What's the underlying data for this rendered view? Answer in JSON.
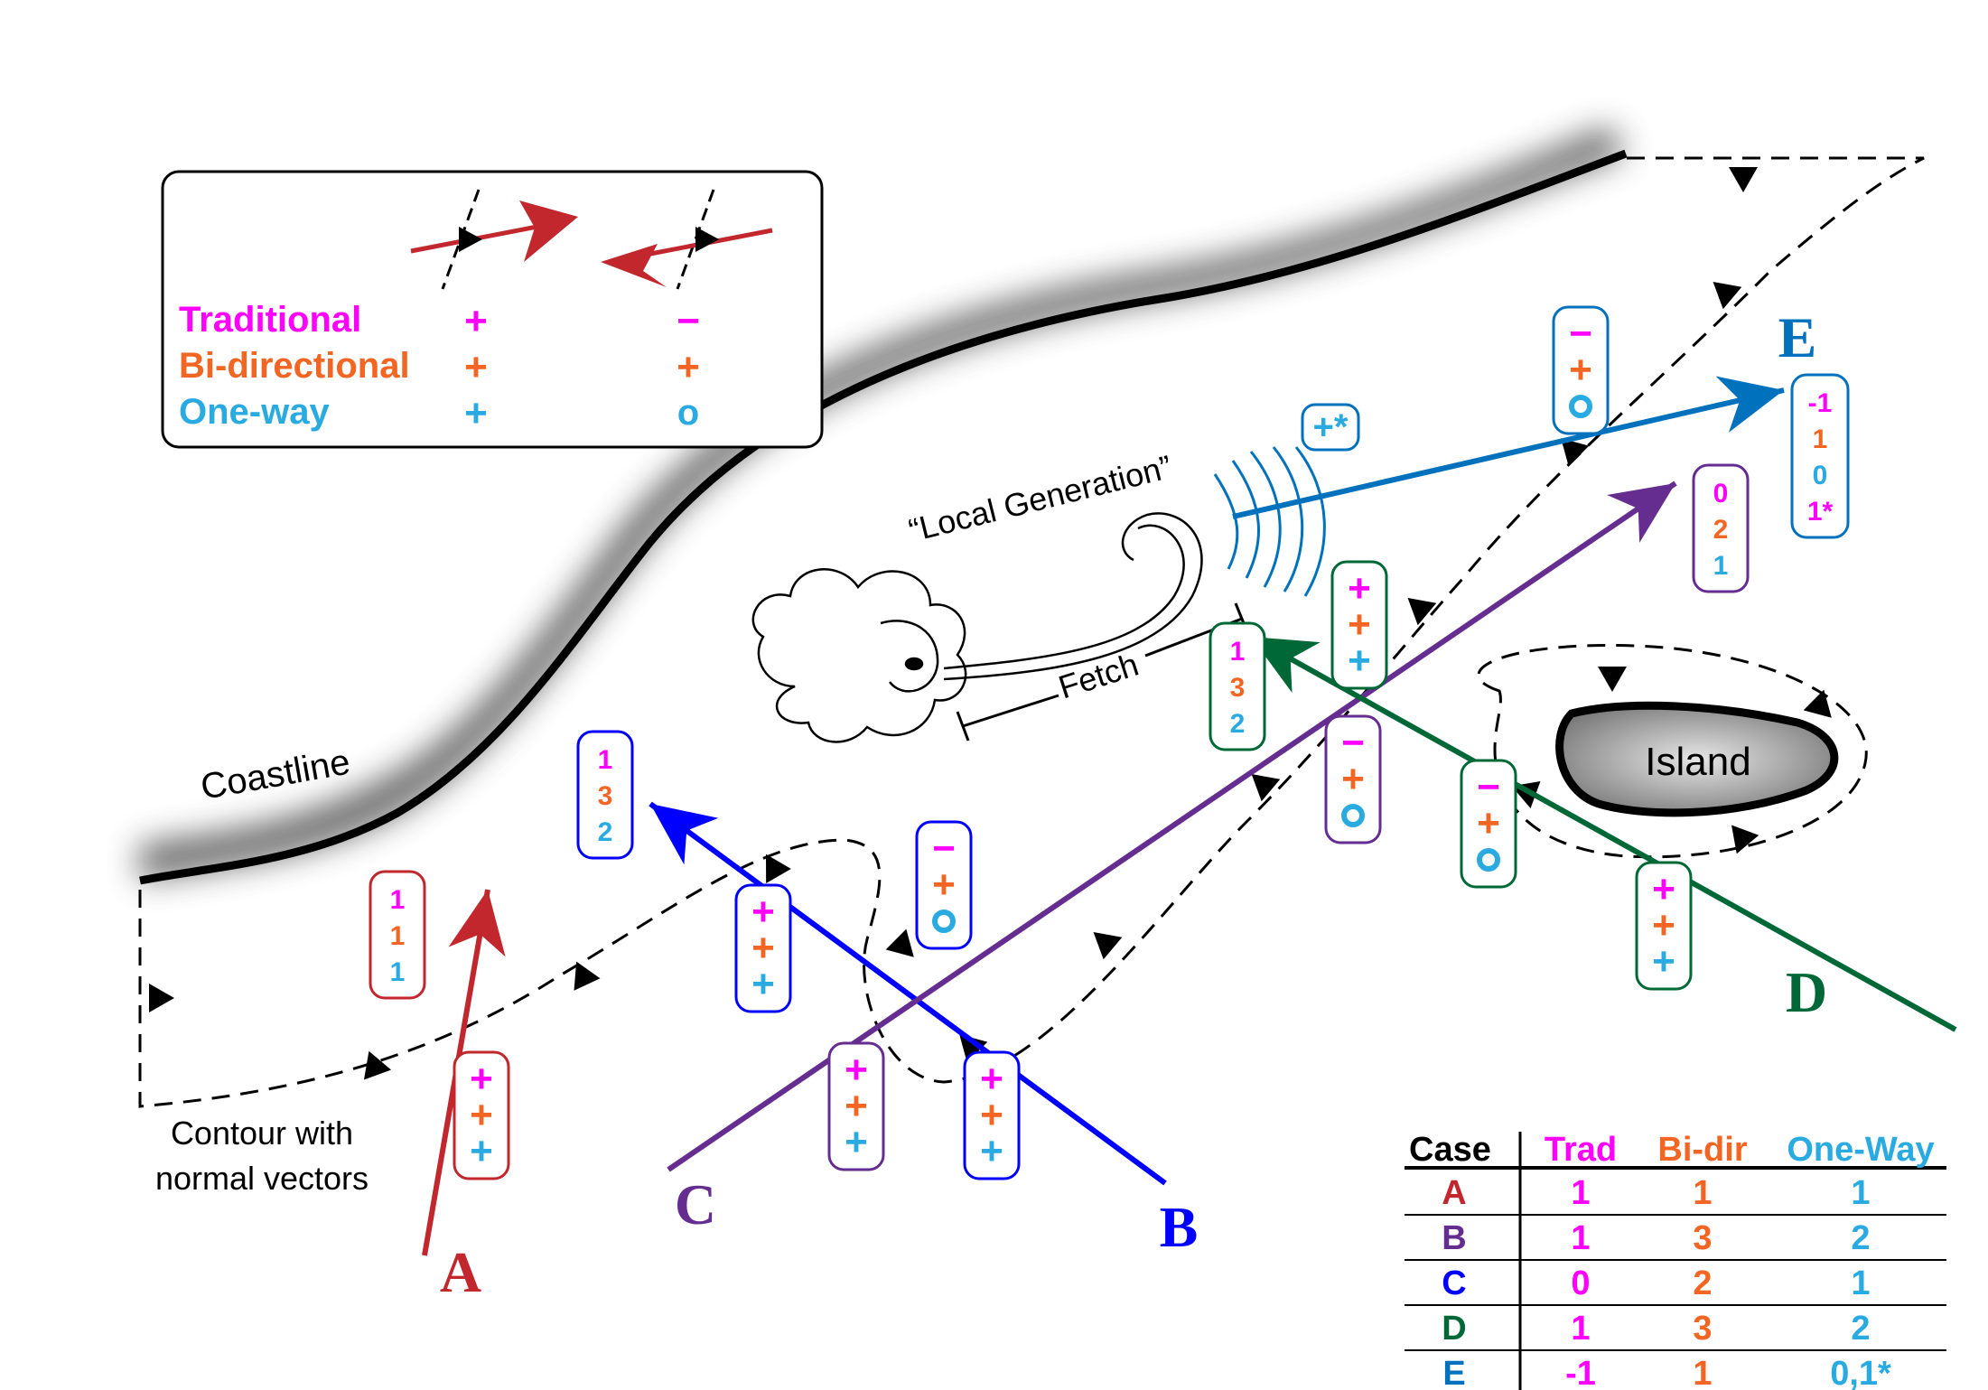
{
  "colors": {
    "traditional": "#ff00ff",
    "bidirectional": "#f26522",
    "oneway": "#29aae1",
    "path_a": "#c1272d",
    "path_b": "#0000ff",
    "path_c": "#662d91",
    "path_d": "#006837",
    "path_e": "#0071bc"
  },
  "labels": {
    "coastline": "Coastline",
    "contour_line1": "Contour with",
    "contour_line2": "normal vectors",
    "local_generation": "“Local Generation”",
    "fetch": "Fetch",
    "island": "Island"
  },
  "legend": {
    "rows": [
      {
        "label": "Traditional",
        "inward": "+",
        "outward": "−"
      },
      {
        "label": "Bi-directional",
        "inward": "+",
        "outward": "+"
      },
      {
        "label": "One-way",
        "inward": "+",
        "outward": "o"
      }
    ]
  },
  "paths": [
    {
      "letter": "A",
      "counts": [
        "1",
        "1",
        "1"
      ]
    },
    {
      "letter": "B",
      "counts": [
        "1",
        "3",
        "2"
      ]
    },
    {
      "letter": "C",
      "counts": [
        "0",
        "2",
        "1"
      ]
    },
    {
      "letter": "D",
      "counts": [
        "1",
        "3",
        "2"
      ]
    },
    {
      "letter": "E",
      "counts": [
        "-1",
        "1",
        "0",
        "1*"
      ]
    }
  ],
  "crossings": {
    "a1": [
      "+",
      "+",
      "+"
    ],
    "b1": [
      "+",
      "+",
      "+"
    ],
    "b2": [
      "−",
      "+",
      "o"
    ],
    "b3": [
      "+",
      "+",
      "+"
    ],
    "c1": [
      "+",
      "+",
      "+"
    ],
    "c2": [
      "−",
      "+",
      "o"
    ],
    "c3": [
      "+",
      "+",
      "+"
    ],
    "d1": [
      "+",
      "+",
      "+"
    ],
    "d2": [
      "−",
      "+",
      "o"
    ],
    "d3": [
      "+",
      "+",
      "+"
    ],
    "e1": [
      "−",
      "+",
      "o"
    ],
    "e2": [
      "+*"
    ]
  },
  "table": {
    "headers": [
      "Case",
      "Trad",
      "Bi-dir",
      "One-Way"
    ],
    "rows": [
      {
        "case": "A",
        "trad": "1",
        "bidir": "1",
        "oneway": "1"
      },
      {
        "case": "B",
        "trad": "1",
        "bidir": "3",
        "oneway": "2"
      },
      {
        "case": "C",
        "trad": "0",
        "bidir": "2",
        "oneway": "1"
      },
      {
        "case": "D",
        "trad": "1",
        "bidir": "3",
        "oneway": "2"
      },
      {
        "case": "E",
        "trad": "-1",
        "bidir": "1",
        "oneway": "0,1*"
      }
    ]
  }
}
